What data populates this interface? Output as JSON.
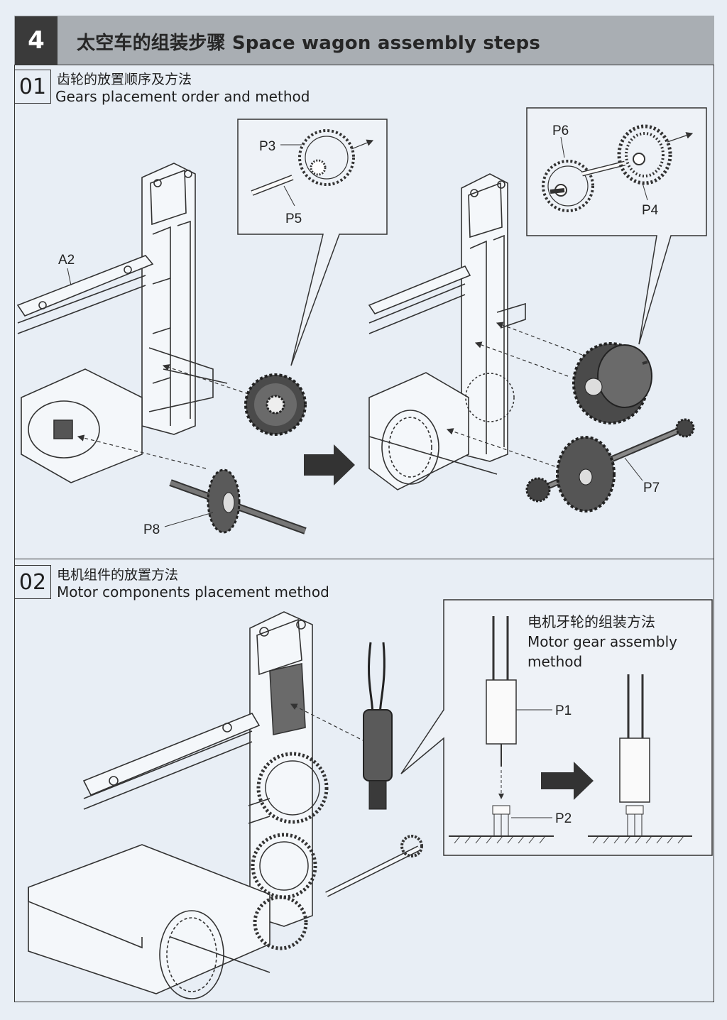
{
  "header": {
    "chapter_number": "4",
    "title": "太空车的组装步骤 Space wagon assembly steps"
  },
  "steps": [
    {
      "number": "01",
      "title_cn": "齿轮的放置顺序及方法",
      "title_en": "Gears placement order and method",
      "labels": {
        "a2": "A2",
        "p3": "P3",
        "p5": "P5",
        "p8": "P8",
        "p6": "P6",
        "p4": "P4",
        "p7": "P7"
      }
    },
    {
      "number": "02",
      "title_cn": "电机组件的放置方法",
      "title_en": "Motor components placement method",
      "callout": {
        "title_cn": "电机牙轮的组装方法",
        "title_en_line1": "Motor gear assembly",
        "title_en_line2": "method",
        "p1": "P1",
        "p2": "P2"
      }
    }
  ],
  "colors": {
    "paper": "#e8eef5",
    "header_bar": "#a9aeb3",
    "number_box": "#3a3a3a",
    "arrow": "#333333"
  }
}
